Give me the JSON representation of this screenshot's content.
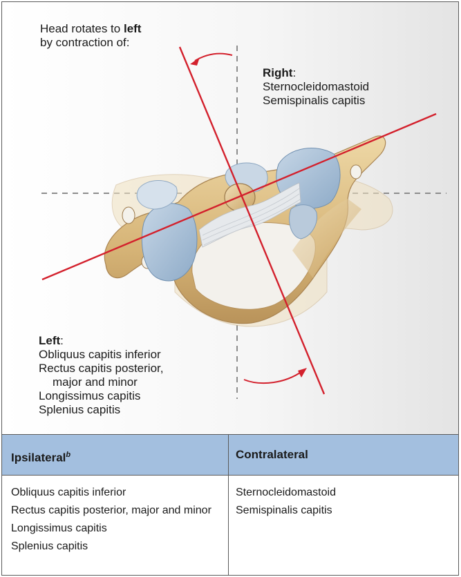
{
  "top_left_label": {
    "line1_prefix": "Head rotates to ",
    "line1_bold": "left",
    "line2": "by contraction of:"
  },
  "right_label": {
    "heading": "Right",
    "colon": ":",
    "items": [
      "Sternocleidomastoid",
      "Semispinalis capitis"
    ]
  },
  "left_label": {
    "heading": "Left",
    "colon": ":",
    "items": [
      "Obliquus capitis inferior",
      "Rectus capitis posterior,",
      "major and minor",
      "Longissimus capitis",
      "Splenius capitis"
    ]
  },
  "table": {
    "header_ipsi": "Ipsilateral",
    "header_ipsi_sup": "b",
    "header_contra": "Contralateral",
    "ipsi_items": [
      "Obliquus capitis inferior",
      "Rectus capitis posterior, major and minor",
      "Longissimus capitis",
      "Splenius capitis"
    ],
    "contra_items": [
      "Sternocleidomastoid",
      "Semispinalis capitis"
    ]
  },
  "colors": {
    "axis_line": "#d3202c",
    "bone": "#d9b97c",
    "cartilage": "#9fb9d3",
    "header_bg": "#a3bfdf"
  }
}
